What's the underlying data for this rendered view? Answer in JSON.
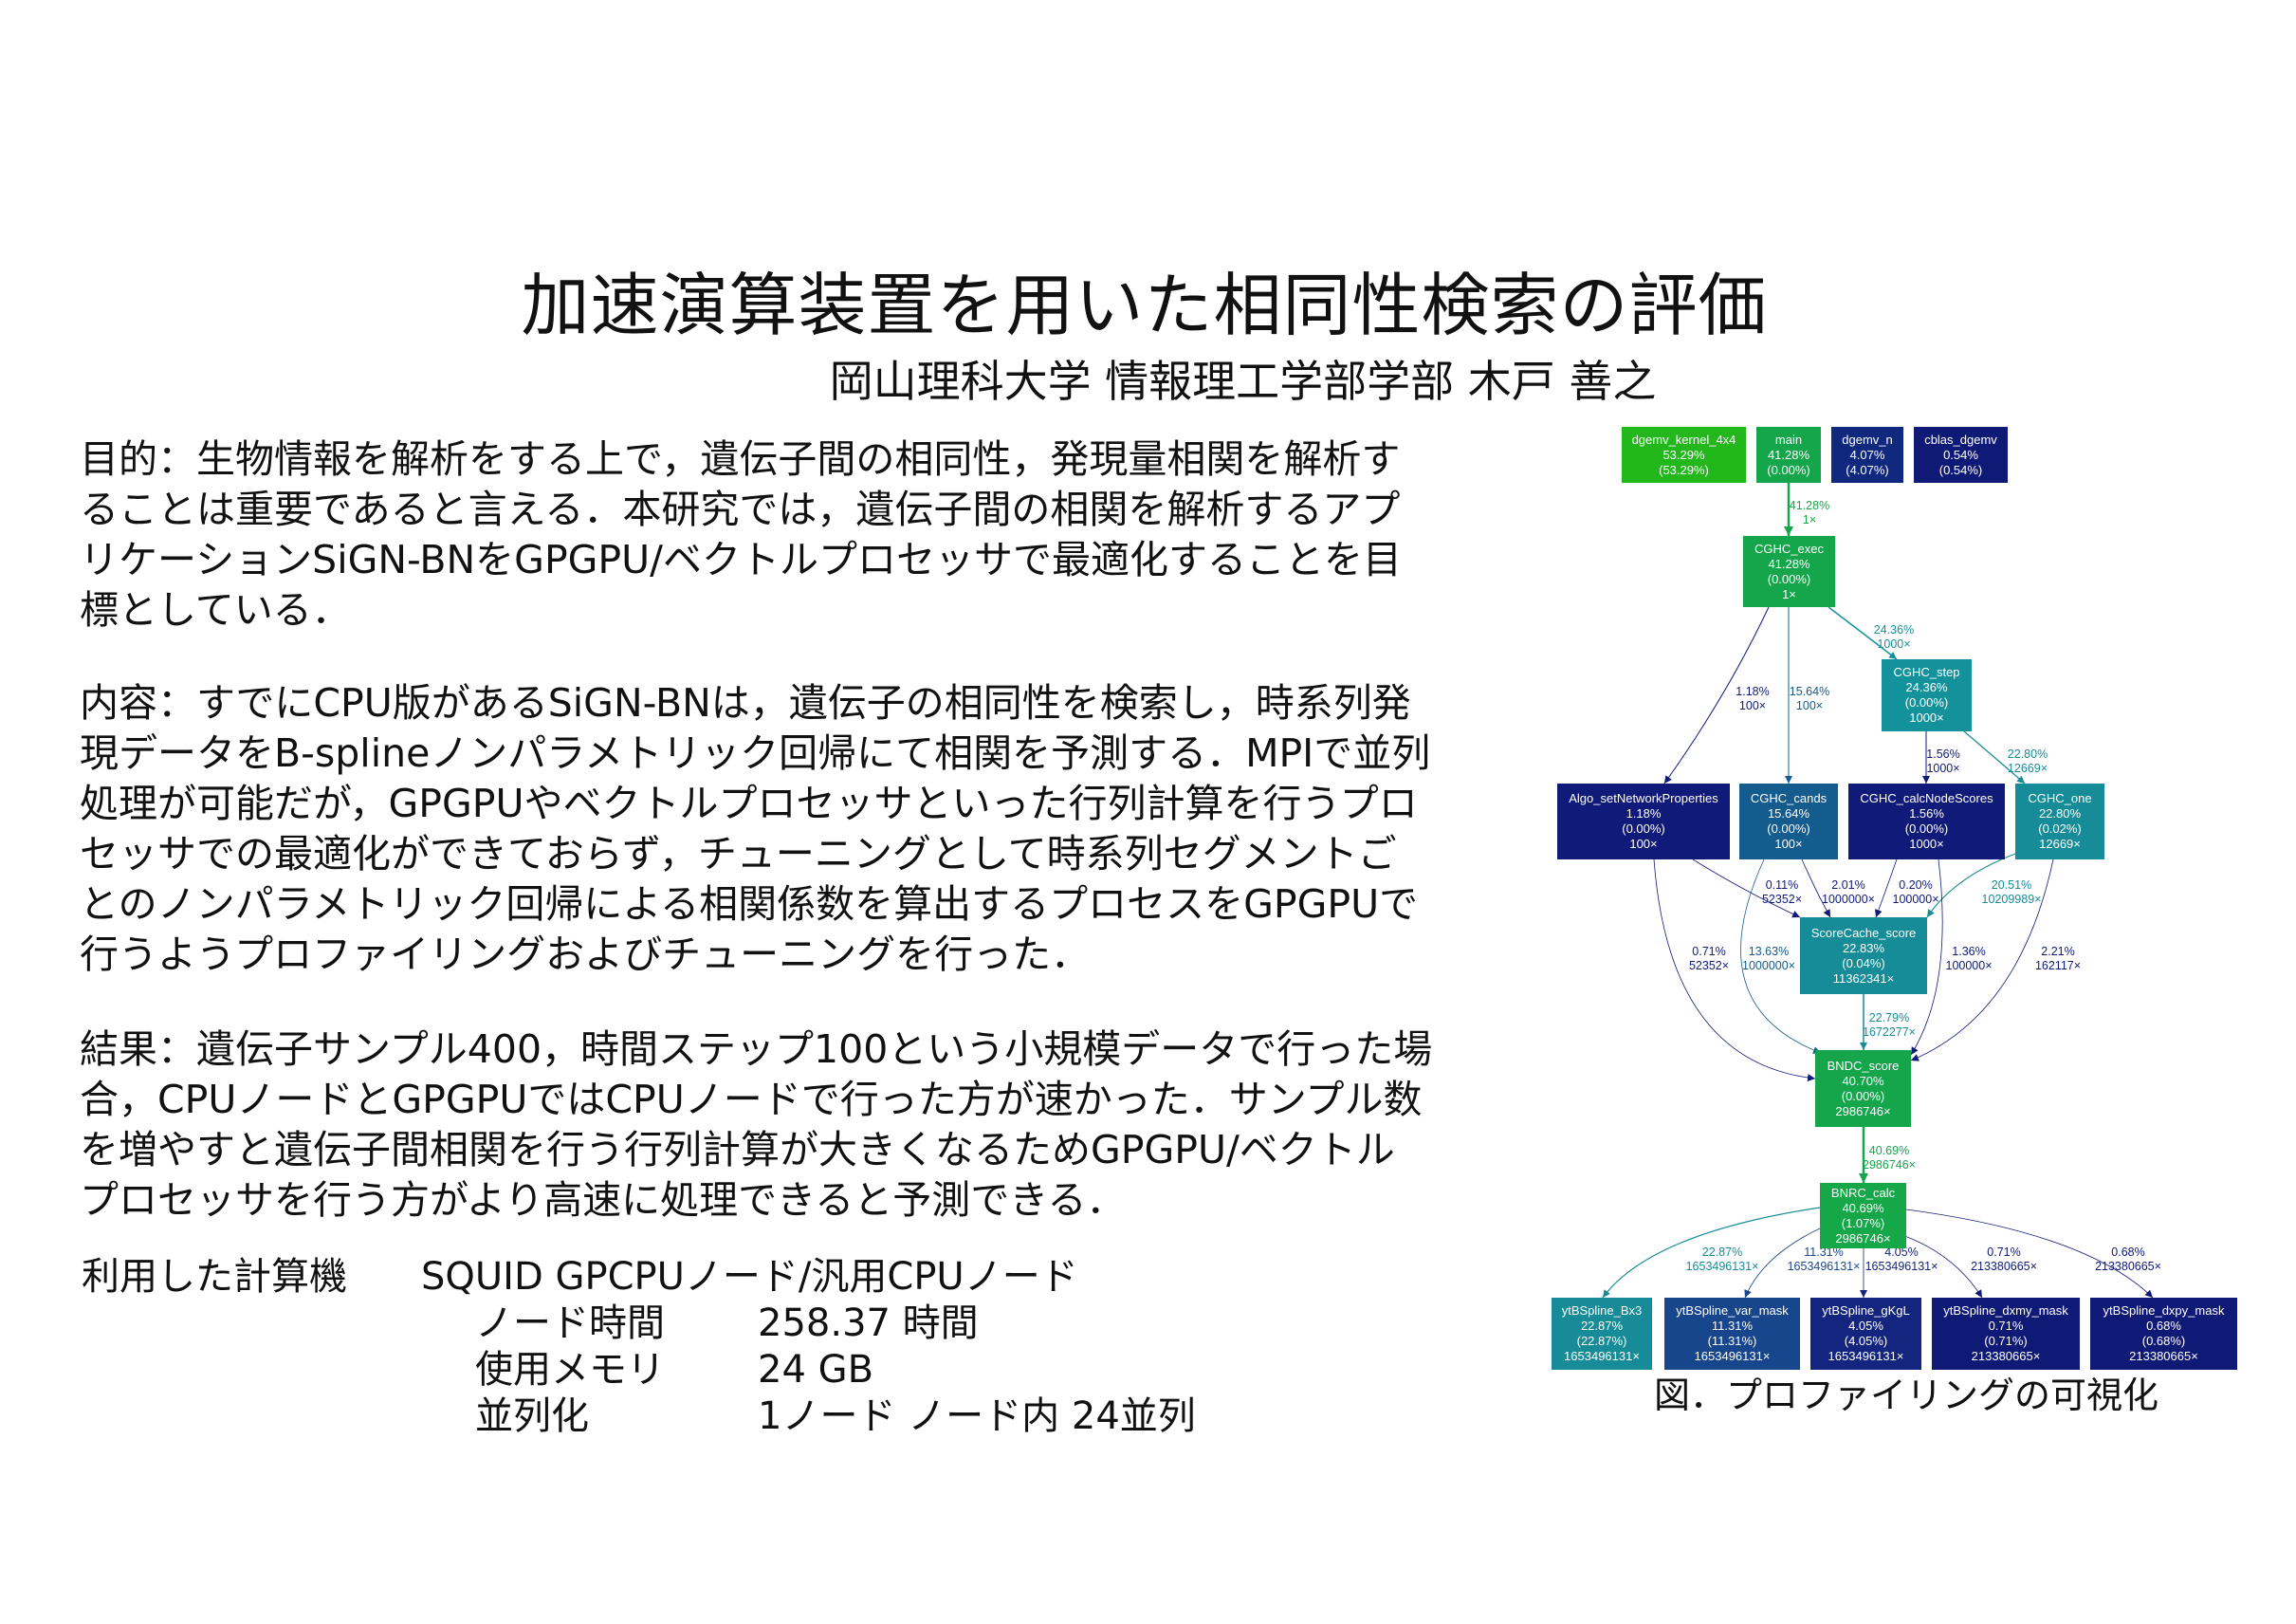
{
  "title": "加速演算装置を用いた相同性検索の評価",
  "subtitle": "岡山理科大学 情報理工学部学部 木戸 善之",
  "paragraphs": [
    [
      "目的：生物情報を解析をする上で，遺伝子間の相同性，発現量相関を解析す",
      "ることは重要であると言える．本研究では，遺伝子間の相関を解析するアプ",
      "リケーションSiGN-BNをGPGPU/ベクトルプロセッサで最適化することを目",
      "標としている．"
    ],
    [
      "内容：すでにCPU版があるSiGN-BNは，遺伝子の相同性を検索し，時系列発",
      "現データをB-splineノンパラメトリック回帰にて相関を予測する．MPIで並列",
      "処理が可能だが，GPGPUやベクトルプロセッサといった行列計算を行うプロ",
      "セッサでの最適化ができておらず，チューニングとして時系列セグメントご",
      "とのノンパラメトリック回帰による相関係数を算出するプロセスをGPGPUで",
      "行うようプロファイリングおよびチューニングを行った．"
    ],
    [
      "結果：遺伝子サンプル400，時間ステップ100という小規模データで行った場",
      "合，CPUノードとGPGPUではCPUノードで行った方が速かった．サンプル数",
      "を増やすと遺伝子間相関を行う行列計算が大きくなるためGPGPU/ベクトル",
      "プロセッサを行う方がより高速に処理できると予測できる．"
    ]
  ],
  "specs": {
    "label": "利用した計算機",
    "machine": "SQUID GPCPUノード/汎用CPUノード",
    "rows": [
      {
        "key": "ノード時間",
        "value": "258.37 時間"
      },
      {
        "key": "使用メモリ",
        "value": "24 GB"
      },
      {
        "key": "並列化",
        "value": "1ノード ノード内 24並列"
      }
    ]
  },
  "figure_caption": "図．プロファイリングの可視化",
  "graph": {
    "nodes": [
      {
        "id": "kernel",
        "name": "dgemv_kernel_4x4",
        "total": "53.29%",
        "self": "(53.29%)",
        "calls": "",
        "color": "#22b81c"
      },
      {
        "id": "main",
        "name": "main",
        "total": "41.28%",
        "self": "(0.00%)",
        "calls": "",
        "color": "#15a64c"
      },
      {
        "id": "dgemv_n",
        "name": "dgemv_n",
        "total": "4.07%",
        "self": "(4.07%)",
        "calls": "",
        "color": "#10287e"
      },
      {
        "id": "cblas",
        "name": "cblas_dgemv",
        "total": "0.54%",
        "self": "(0.54%)",
        "calls": "",
        "color": "#0f1a77"
      },
      {
        "id": "exec",
        "name": "CGHC_exec",
        "total": "41.28%",
        "self": "(0.00%)",
        "calls": "1×",
        "color": "#15a64c"
      },
      {
        "id": "step",
        "name": "CGHC_step",
        "total": "24.36%",
        "self": "(0.00%)",
        "calls": "1000×",
        "color": "#14929b"
      },
      {
        "id": "algo",
        "name": "Algo_setNetworkProperties",
        "total": "1.18%",
        "self": "(0.00%)",
        "calls": "100×",
        "color": "#101a78"
      },
      {
        "id": "cands",
        "name": "CGHC_cands",
        "total": "15.64%",
        "self": "(0.00%)",
        "calls": "100×",
        "color": "#145b8e"
      },
      {
        "id": "calc",
        "name": "CGHC_calcNodeScores",
        "total": "1.56%",
        "self": "(0.00%)",
        "calls": "1000×",
        "color": "#101a78"
      },
      {
        "id": "one",
        "name": "CGHC_one",
        "total": "22.80%",
        "self": "(0.02%)",
        "calls": "12669×",
        "color": "#168c98"
      },
      {
        "id": "score",
        "name": "ScoreCache_score",
        "total": "22.83%",
        "self": "(0.04%)",
        "calls": "11362341×",
        "color": "#168c98"
      },
      {
        "id": "bndc",
        "name": "BNDC_score",
        "total": "40.70%",
        "self": "(0.00%)",
        "calls": "2986746×",
        "color": "#15a64c"
      },
      {
        "id": "bnrc",
        "name": "BNRC_calc",
        "total": "40.69%",
        "self": "(1.07%)",
        "calls": "2986746×",
        "color": "#16a848"
      },
      {
        "id": "bx3",
        "name": "ytBSpline_Bx3",
        "total": "22.87%",
        "self": "(22.87%)",
        "calls": "1653496131×",
        "color": "#178c98"
      },
      {
        "id": "var",
        "name": "ytBSpline_var_mask",
        "total": "11.31%",
        "self": "(11.31%)",
        "calls": "1653496131×",
        "color": "#17468c"
      },
      {
        "id": "gkgl",
        "name": "ytBSpline_gKgL",
        "total": "4.05%",
        "self": "(4.05%)",
        "calls": "1653496131×",
        "color": "#13257e"
      },
      {
        "id": "dxmy",
        "name": "ytBSpline_dxmy_mask",
        "total": "0.71%",
        "self": "(0.71%)",
        "calls": "213380665×",
        "color": "#0f1a77"
      },
      {
        "id": "dxpy",
        "name": "ytBSpline_dxpy_mask",
        "total": "0.68%",
        "self": "(0.68%)",
        "calls": "213380665×",
        "color": "#0f1a77"
      }
    ],
    "edges": [
      {
        "from": "main",
        "to": "exec",
        "pct": "41.28%",
        "calls": "1×",
        "color": "#15a64c"
      },
      {
        "from": "exec",
        "to": "step",
        "pct": "24.36%",
        "calls": "1000×",
        "color": "#14929b"
      },
      {
        "from": "exec",
        "to": "algo",
        "pct": "1.18%",
        "calls": "100×",
        "color": "#101a78"
      },
      {
        "from": "exec",
        "to": "cands",
        "pct": "15.64%",
        "calls": "100×",
        "color": "#145b8e"
      },
      {
        "from": "step",
        "to": "calc",
        "pct": "1.56%",
        "calls": "1000×",
        "color": "#101a78"
      },
      {
        "from": "step",
        "to": "one",
        "pct": "22.80%",
        "calls": "12669×",
        "color": "#168c98"
      },
      {
        "from": "algo",
        "to": "score",
        "pct": "0.11%",
        "calls": "52352×",
        "color": "#101a78"
      },
      {
        "from": "cands",
        "to": "score",
        "pct": "2.01%",
        "calls": "1000000×",
        "color": "#101a78"
      },
      {
        "from": "calc",
        "to": "score",
        "pct": "0.20%",
        "calls": "100000×",
        "color": "#101a78"
      },
      {
        "from": "one",
        "to": "score",
        "pct": "20.51%",
        "calls": "10209989×",
        "color": "#168c98"
      },
      {
        "from": "algo",
        "to": "bndc",
        "pct": "0.71%",
        "calls": "52352×",
        "color": "#101a78"
      },
      {
        "from": "cands",
        "to": "bndc",
        "pct": "13.63%",
        "calls": "1000000×",
        "color": "#145b8e"
      },
      {
        "from": "calc",
        "to": "bndc",
        "pct": "1.36%",
        "calls": "100000×",
        "color": "#101a78"
      },
      {
        "from": "one",
        "to": "bndc",
        "pct": "2.21%",
        "calls": "162117×",
        "color": "#101a78"
      },
      {
        "from": "score",
        "to": "bndc",
        "pct": "22.79%",
        "calls": "1672277×",
        "color": "#168c98"
      },
      {
        "from": "bndc",
        "to": "bnrc",
        "pct": "40.69%",
        "calls": "2986746×",
        "color": "#15a64c"
      },
      {
        "from": "bnrc",
        "to": "bx3",
        "pct": "22.87%",
        "calls": "1653496131×",
        "color": "#178c98"
      },
      {
        "from": "bnrc",
        "to": "var",
        "pct": "11.31%",
        "calls": "1653496131×",
        "color": "#17468c"
      },
      {
        "from": "bnrc",
        "to": "gkgl",
        "pct": "4.05%",
        "calls": "1653496131×",
        "color": "#13257e"
      },
      {
        "from": "bnrc",
        "to": "dxmy",
        "pct": "0.71%",
        "calls": "213380665×",
        "color": "#0f1a77"
      },
      {
        "from": "bnrc",
        "to": "dxpy",
        "pct": "0.68%",
        "calls": "213380665×",
        "color": "#0f1a77"
      }
    ]
  }
}
